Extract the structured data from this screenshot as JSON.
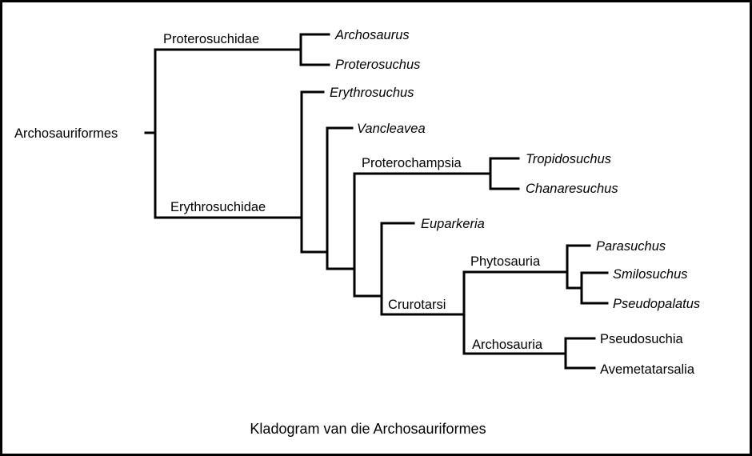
{
  "root": "Archosauriformes",
  "clades": {
    "proterosuchidae": "Proterosuchidae",
    "erythrosuchidae": "Erythrosuchidae",
    "proterochampsia": "Proterochampsia",
    "crurotarsi": "Crurotarsi",
    "phytosauria": "Phytosauria",
    "archosauria": "Archosauria"
  },
  "taxa": {
    "archosaurus": "Archosaurus",
    "proterosuchus": "Proterosuchus",
    "erythrosuchus": "Erythrosuchus",
    "vancleavea": "Vancleavea",
    "tropidosuchus": "Tropidosuchus",
    "chanaresuchus": "Chanaresuchus",
    "euparkeria": "Euparkeria",
    "parasuchus": "Parasuchus",
    "smilosuchus": "Smilosuchus",
    "pseudopalatus": "Pseudopalatus",
    "pseudosuchia": "Pseudosuchia",
    "avemetatarsalia": "Avemetatarsalia"
  },
  "caption": "Kladogram van die Archosauriformes"
}
